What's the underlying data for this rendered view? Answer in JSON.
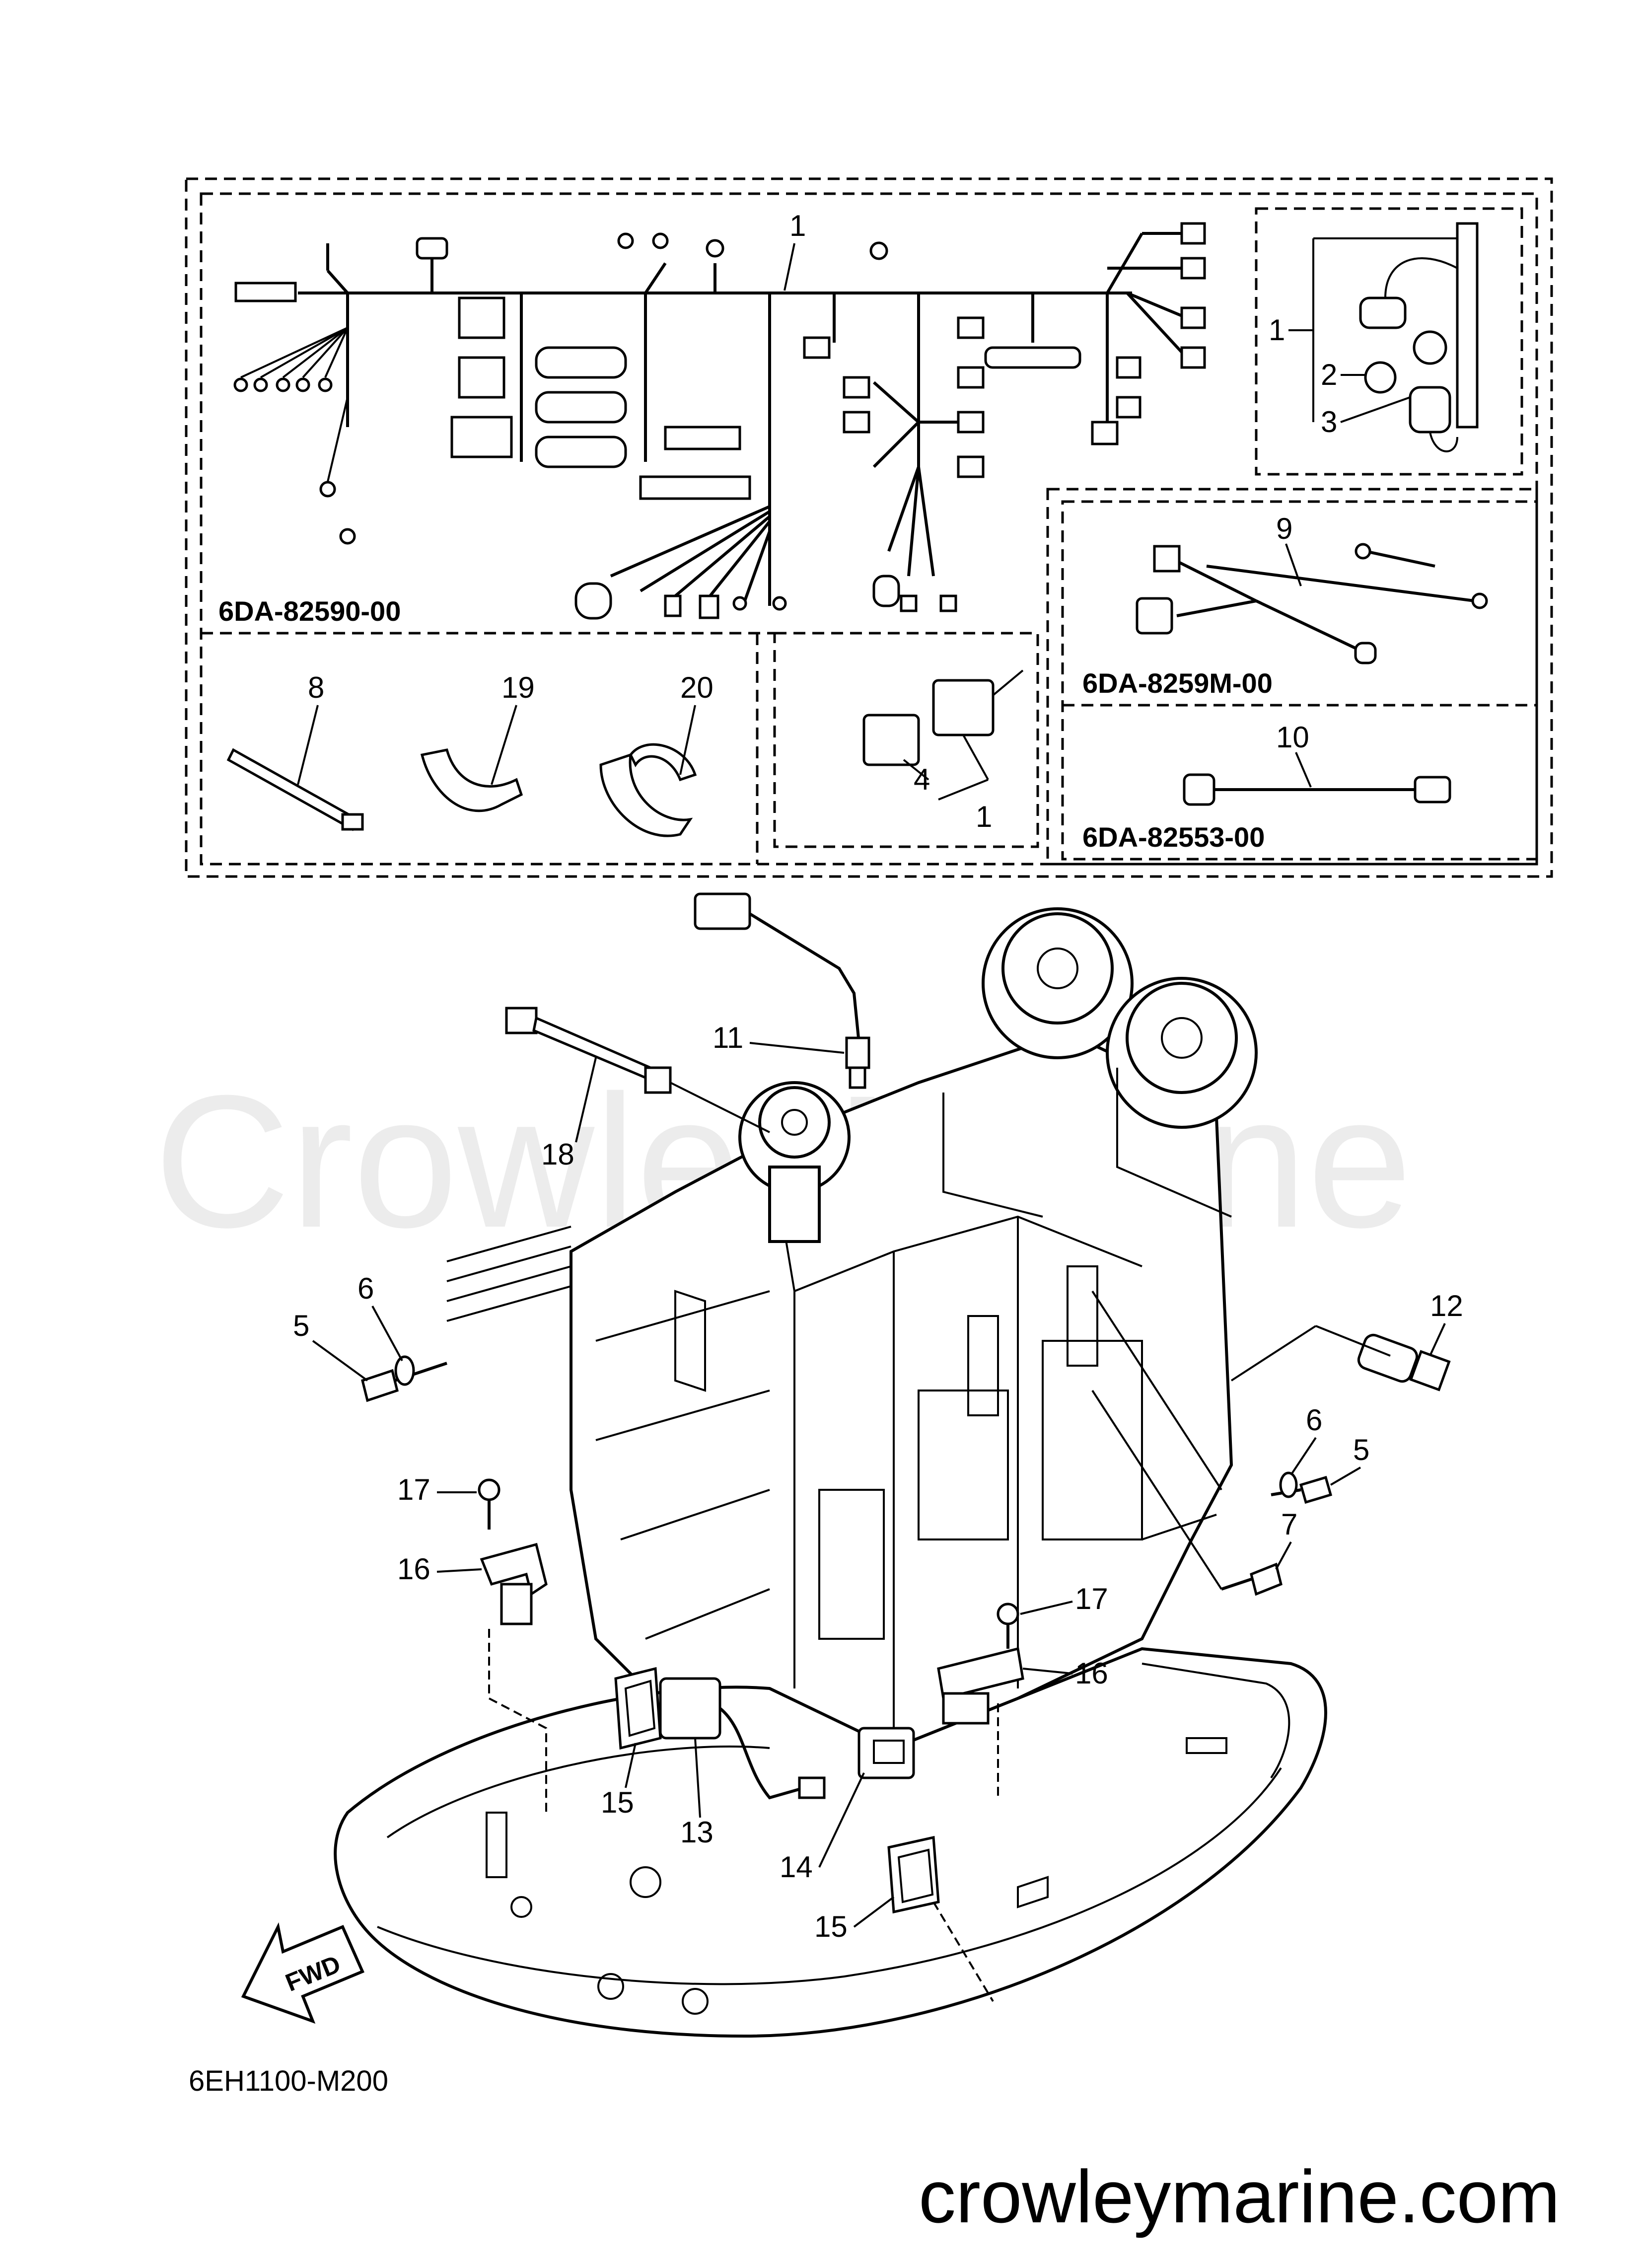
{
  "diagram": {
    "part_codes": {
      "harness_main": "6DA-82590-00",
      "harness_sub": "6DA-8259M-00",
      "lead": "6DA-82553-00"
    },
    "callouts": {
      "c1_top": "1",
      "c1_right": "1",
      "c2": "2",
      "c3": "3",
      "c4": "4",
      "c1_coupler": "1",
      "c8": "8",
      "c9": "9",
      "c10": "10",
      "c19": "19",
      "c20": "20",
      "c11": "11",
      "c18": "18",
      "c12": "12",
      "c5_left": "5",
      "c6_left": "6",
      "c6_right": "6",
      "c5_right": "5",
      "c7": "7",
      "c17_left": "17",
      "c16_left": "16",
      "c17_right": "17",
      "c16_right": "16",
      "c15_left": "15",
      "c13": "13",
      "c14": "14",
      "c15_right": "15"
    },
    "fwd_label": "FWD",
    "reference_code": "6EH1100-M200",
    "watermark": "CrowleyMarine",
    "site": "crowleymarine.com"
  }
}
